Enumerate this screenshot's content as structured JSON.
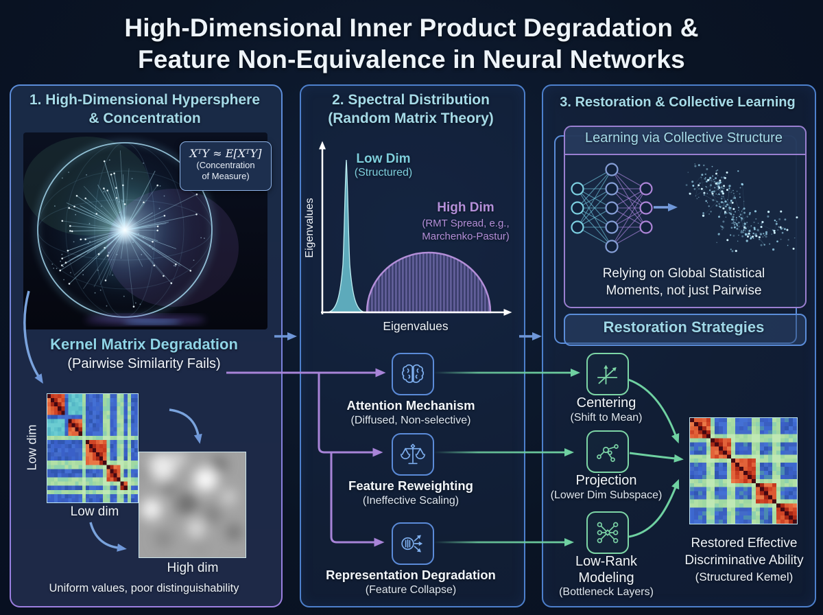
{
  "title": {
    "line1": "High-Dimensional Inner Product Degradation &",
    "line2": "Feature Non-Equivalence in Neural Networks"
  },
  "panel1": {
    "header_line1": "1. High-Dimensional Hypersphere",
    "header_line2": "& Concentration",
    "formula": {
      "expression": "XᵀY ≈ E[XᵀY]",
      "caption_line1": "(Concentration",
      "caption_line2": "of Measure)"
    },
    "kernel_heading": "Kernel Matrix Degradation",
    "kernel_subheading": "(Pairwise Similarity Fails)",
    "matrix_side_label": "Low dim",
    "matrix_low_label": "Low dim",
    "matrix_high_label": "High dim",
    "footnote": "Uniform values, poor distinguishability"
  },
  "panel2": {
    "header_line1": "2. Spectral Distribution",
    "header_line2": "(Random Matrix Theory)",
    "chart_labels": {
      "y_axis": "Eigenvalues",
      "x_axis": "Eigenvalues",
      "low_dim": "Low Dim",
      "low_dim_sub": "(Structured)",
      "high_dim": "High Dim",
      "high_dim_sub1": "(RMT Spread, e.g.,",
      "high_dim_sub2": "Marchenko-Pastur)"
    },
    "mechanisms": [
      {
        "icon": "brain-icon",
        "label": "Attention Mechanism",
        "sublabel": "(Diffused, Non-selective)"
      },
      {
        "icon": "balance-scale-icon",
        "label": "Feature Reweighting",
        "sublabel": "(Ineffective Scaling)"
      },
      {
        "icon": "feature-spread-icon",
        "label": "Representation Degradation",
        "sublabel": "(Feature Collapse)"
      }
    ]
  },
  "panel3": {
    "header": "3. Restoration & Collective Learning",
    "collective": {
      "title": "Learning via Collective Structure",
      "caption_line1": "Relying on Global Statistical",
      "caption_line2": "Moments, not just Pairwise"
    },
    "strategies_header": "Restoration Strategies",
    "strategies": [
      {
        "icon": "centering-axes-icon",
        "label": "Centering",
        "sublabel": "(Shift to Mean)"
      },
      {
        "icon": "projection-graph-icon",
        "label": "Projection",
        "sublabel": "(Lower Dim Subspace)"
      },
      {
        "icon": "bottleneck-network-icon",
        "label": "Low-Rank Modeling",
        "sublabel": "(Bottleneck Layers)"
      }
    ],
    "result": {
      "line1": "Restored Effective",
      "line2": "Discriminative Ability",
      "line3": "(Structured Kemel)"
    }
  },
  "chart_data": {
    "type": "area",
    "title": "Spectral Distribution (Random Matrix Theory)",
    "xlabel": "Eigenvalues",
    "ylabel": "Eigenvalues",
    "grid": false,
    "legend_position": "annotations",
    "series": [
      {
        "name": "Low Dim (Structured)",
        "shape": "narrow-spike",
        "peak_x_frac": 0.12,
        "x_extent_frac": [
          0.03,
          0.23
        ],
        "peak_height_frac": 0.95,
        "color": "#6fc8d8"
      },
      {
        "name": "High Dim (RMT Spread, e.g., Marchenko-Pastur)",
        "shape": "semicircle",
        "x_extent_frac": [
          0.23,
          0.88
        ],
        "peak_height_frac": 0.36,
        "color": "#a78fd4"
      }
    ]
  },
  "colors": {
    "background": "#0a1424",
    "panel_bg": "#14233c",
    "panel_border_blue": "#4d80cc",
    "panel_border_purple": "#9d7fe0",
    "heading_cyan": "#a6dbe8",
    "text_white": "#eef3f8",
    "accent_purple": "#b48fd9",
    "accent_teal": "#7ecfdd",
    "arrow_purple": "#a884d8",
    "arrow_green": "#6fd1a1",
    "arrow_blue": "#6f97d8",
    "icon_blue": "#7fb0f0",
    "icon_green": "#7dd6a6"
  }
}
